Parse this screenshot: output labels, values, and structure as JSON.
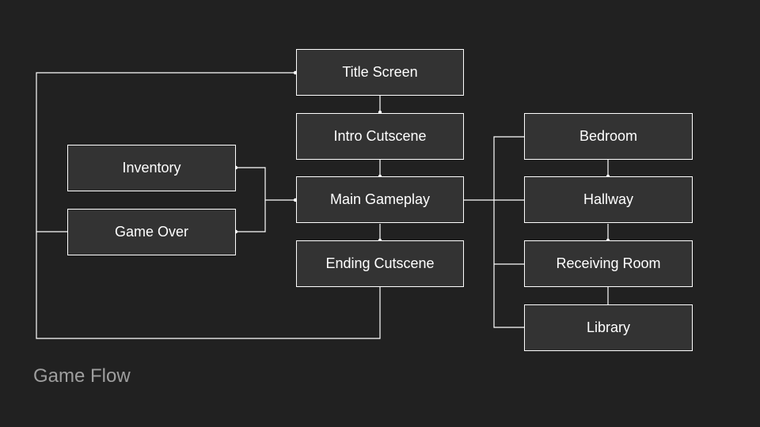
{
  "title": "Game Flow",
  "colors": {
    "background": "#212121",
    "box_fill": "#333333",
    "line": "#ffffff",
    "caption": "#9e9e9e"
  },
  "nodes": {
    "title_screen": "Title Screen",
    "intro_cutscene": "Intro Cutscene",
    "main_gameplay": "Main Gameplay",
    "ending_cutscene": "Ending Cutscene",
    "inventory": "Inventory",
    "game_over": "Game Over",
    "bedroom": "Bedroom",
    "hallway": "Hallway",
    "receiving_room": "Receiving Room",
    "library": "Library"
  }
}
